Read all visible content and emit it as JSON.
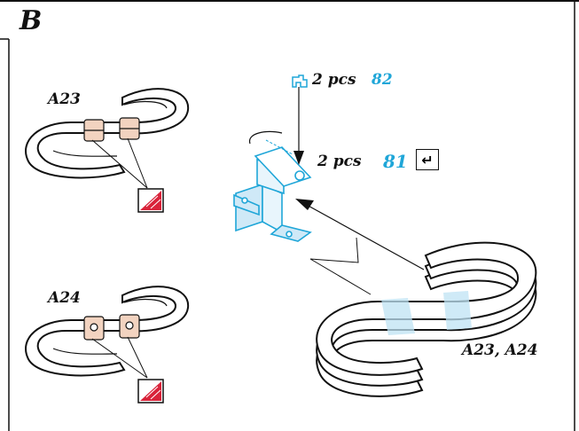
{
  "section_label": "B",
  "parts": {
    "upper_left": "A23",
    "lower_left": "A24",
    "right": "A23, A24"
  },
  "callout_top": {
    "qty": "2 pcs",
    "part_no": "82",
    "icon": "clip-icon"
  },
  "callout_mid": {
    "qty": "2 pcs",
    "part_no": "81",
    "icon": "return-arrow-icon"
  },
  "colors": {
    "accent": "#1fa6d8",
    "highlight": "#bfe3f4",
    "stamp": "#d9233a",
    "label_fill": "#f2d3c0"
  }
}
